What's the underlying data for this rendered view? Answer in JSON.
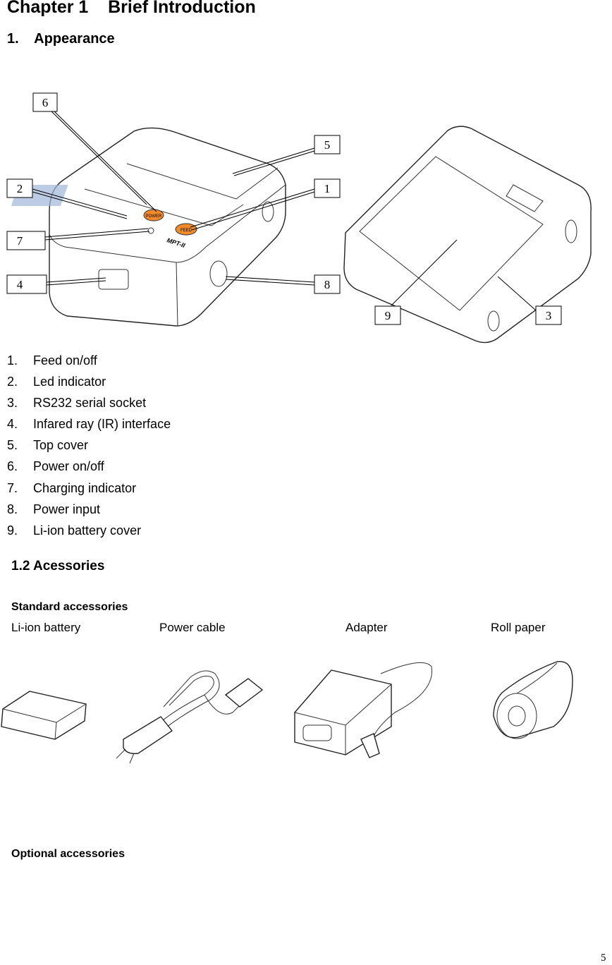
{
  "heading": {
    "chapter": "Chapter 1    Brief Introduction",
    "section1": "1.    Appearance"
  },
  "figure": {
    "callouts": [
      "6",
      "5",
      "2",
      "1",
      "7",
      "4",
      "8",
      "9",
      "3"
    ],
    "printer_brand": "MPT-II",
    "power_label": "POWER",
    "feed_label": "FEED"
  },
  "parts": [
    {
      "num": "1.",
      "label": "Feed on/off"
    },
    {
      "num": "2.",
      "label": "Led indicator"
    },
    {
      "num": "3.",
      "label": "RS232 serial socket"
    },
    {
      "num": "4.",
      "label": "Infared ray (IR) interface"
    },
    {
      "num": "5.",
      "label": "Top cover"
    },
    {
      "num": "6.",
      "label": "Power on/off"
    },
    {
      "num": "7.",
      "label": "Charging indicator"
    },
    {
      "num": "8.",
      "label": "Power input"
    },
    {
      "num": "9.",
      "label": "Li-ion battery cover"
    }
  ],
  "accessories": {
    "title": "1.2 Acessories",
    "standard_title": "Standard accessories",
    "standard": [
      "Li-ion battery",
      "Power cable",
      "Adapter",
      "Roll paper"
    ],
    "optional_title": "Optional accessories"
  },
  "page_number": "5"
}
